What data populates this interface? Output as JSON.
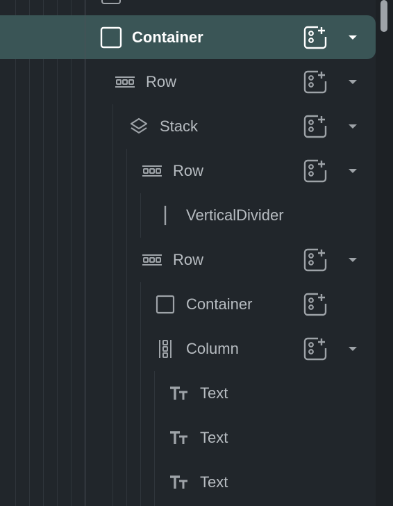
{
  "tree": {
    "nodes": [
      {
        "id": "container-selected",
        "label": "Container",
        "type": "container",
        "selected": true,
        "has_add": true,
        "has_caret": true
      },
      {
        "id": "row-1",
        "label": "Row",
        "type": "row",
        "selected": false,
        "has_add": true,
        "has_caret": true
      },
      {
        "id": "stack-1",
        "label": "Stack",
        "type": "stack",
        "selected": false,
        "has_add": true,
        "has_caret": true
      },
      {
        "id": "row-2",
        "label": "Row",
        "type": "row",
        "selected": false,
        "has_add": true,
        "has_caret": true
      },
      {
        "id": "vertical-divider",
        "label": "VerticalDivider",
        "type": "vertical-divider",
        "selected": false,
        "has_add": false,
        "has_caret": false
      },
      {
        "id": "row-3",
        "label": "Row",
        "type": "row",
        "selected": false,
        "has_add": true,
        "has_caret": true
      },
      {
        "id": "container-2",
        "label": "Container",
        "type": "container",
        "selected": false,
        "has_add": true,
        "has_caret": false
      },
      {
        "id": "column-1",
        "label": "Column",
        "type": "column",
        "selected": false,
        "has_add": true,
        "has_caret": true
      },
      {
        "id": "text-1",
        "label": "Text",
        "type": "text",
        "selected": false,
        "has_add": false,
        "has_caret": false
      },
      {
        "id": "text-2",
        "label": "Text",
        "type": "text",
        "selected": false,
        "has_add": false,
        "has_caret": false
      },
      {
        "id": "text-3",
        "label": "Text",
        "type": "text",
        "selected": false,
        "has_add": false,
        "has_caret": false
      }
    ]
  },
  "colors": {
    "background": "#21262b",
    "selected_row": "#3a5556",
    "label": "#b7bcc1",
    "selected_label": "#ffffff",
    "icon": "#9ea3a8",
    "selected_icon": "#ffffff"
  },
  "icons": {
    "container": "square-outline-icon",
    "row": "row-layout-icon",
    "stack": "layers-icon",
    "vertical-divider": "vertical-divider-icon",
    "column": "column-layout-icon",
    "text": "text-type-icon",
    "add": "add-widget-icon",
    "caret": "caret-down-icon"
  }
}
